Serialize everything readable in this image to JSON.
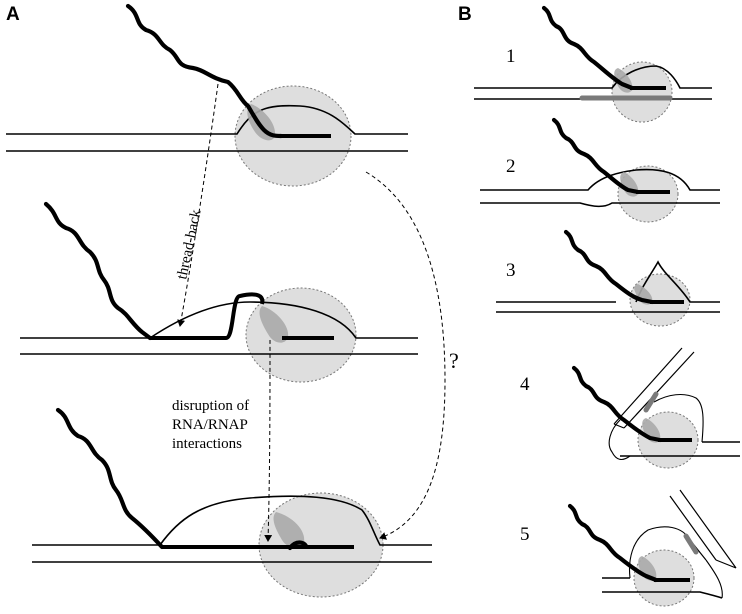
{
  "panels": {
    "a": {
      "label": "A"
    },
    "b": {
      "label": "B"
    }
  },
  "annotations": {
    "thread_back": "thread-back",
    "disruption": [
      "disruption of",
      "RNA/RNAP",
      "interactions"
    ],
    "question": "?"
  },
  "steps": [
    "1",
    "2",
    "3",
    "4",
    "5"
  ]
}
